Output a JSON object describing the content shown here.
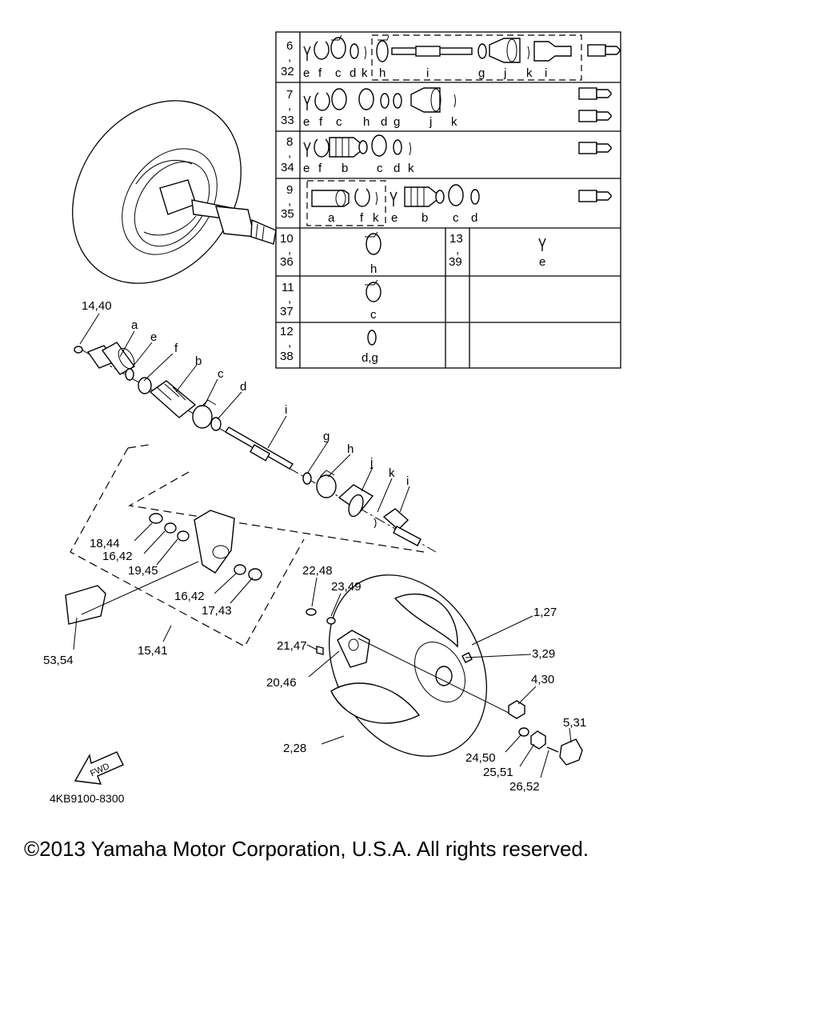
{
  "diagram": {
    "code": "4KB9100-8300",
    "fwd_label": "FWD",
    "copyright": "©2013 Yamaha Motor Corporation, U.S.A. All rights reserved.",
    "callouts": {
      "c14_40": "14,40",
      "c18_44": "18,44",
      "c16_42a": "16,42",
      "c19_45": "19,45",
      "c16_42b": "16,42",
      "c17_43": "17,43",
      "c15_41": "15,41",
      "c53_54": "53,54",
      "c22_48": "22,48",
      "c23_49": "23,49",
      "c21_47": "21,47",
      "c20_46": "20,46",
      "c2_28": "2,28",
      "c1_27": "1,27",
      "c3_29": "3,29",
      "c4_30": "4,30",
      "c5_31": "5,31",
      "c24_50": "24,50",
      "c25_51": "25,51",
      "c26_52": "26,52"
    },
    "letters": {
      "a": "a",
      "b": "b",
      "c": "c",
      "d": "d",
      "e": "e",
      "f": "f",
      "g": "g",
      "h": "h",
      "i": "i",
      "j": "j",
      "k": "k",
      "dg": "d,g"
    },
    "kit_table": {
      "rows": [
        {
          "top": "6",
          "sep": ",",
          "bottom": "32",
          "letters": [
            "e",
            "f",
            "c",
            "d",
            "k",
            "h",
            "i",
            "g",
            "j",
            "k",
            "i"
          ]
        },
        {
          "top": "7",
          "sep": ",",
          "bottom": "33",
          "letters": [
            "e",
            "f",
            "c",
            "h",
            "d",
            "g",
            "j",
            "k"
          ]
        },
        {
          "top": "8",
          "sep": ",",
          "bottom": "34",
          "letters": [
            "e",
            "f",
            "b",
            "c",
            "d",
            "k"
          ]
        },
        {
          "top": "9",
          "sep": ",",
          "bottom": "35",
          "letters": [
            "a",
            "f",
            "k",
            "e",
            "b",
            "c",
            "d"
          ]
        },
        {
          "top": "10",
          "sep": ",",
          "bottom": "36",
          "letters": [
            "h"
          ]
        },
        {
          "top": "11",
          "sep": ",",
          "bottom": "37",
          "letters": [
            "c"
          ]
        },
        {
          "top": "12",
          "sep": ",",
          "bottom": "38",
          "letters": [
            "d,g"
          ]
        }
      ],
      "side_row": {
        "top": "13",
        "sep": ",",
        "bottom": "39",
        "letters": [
          "e"
        ]
      }
    }
  }
}
